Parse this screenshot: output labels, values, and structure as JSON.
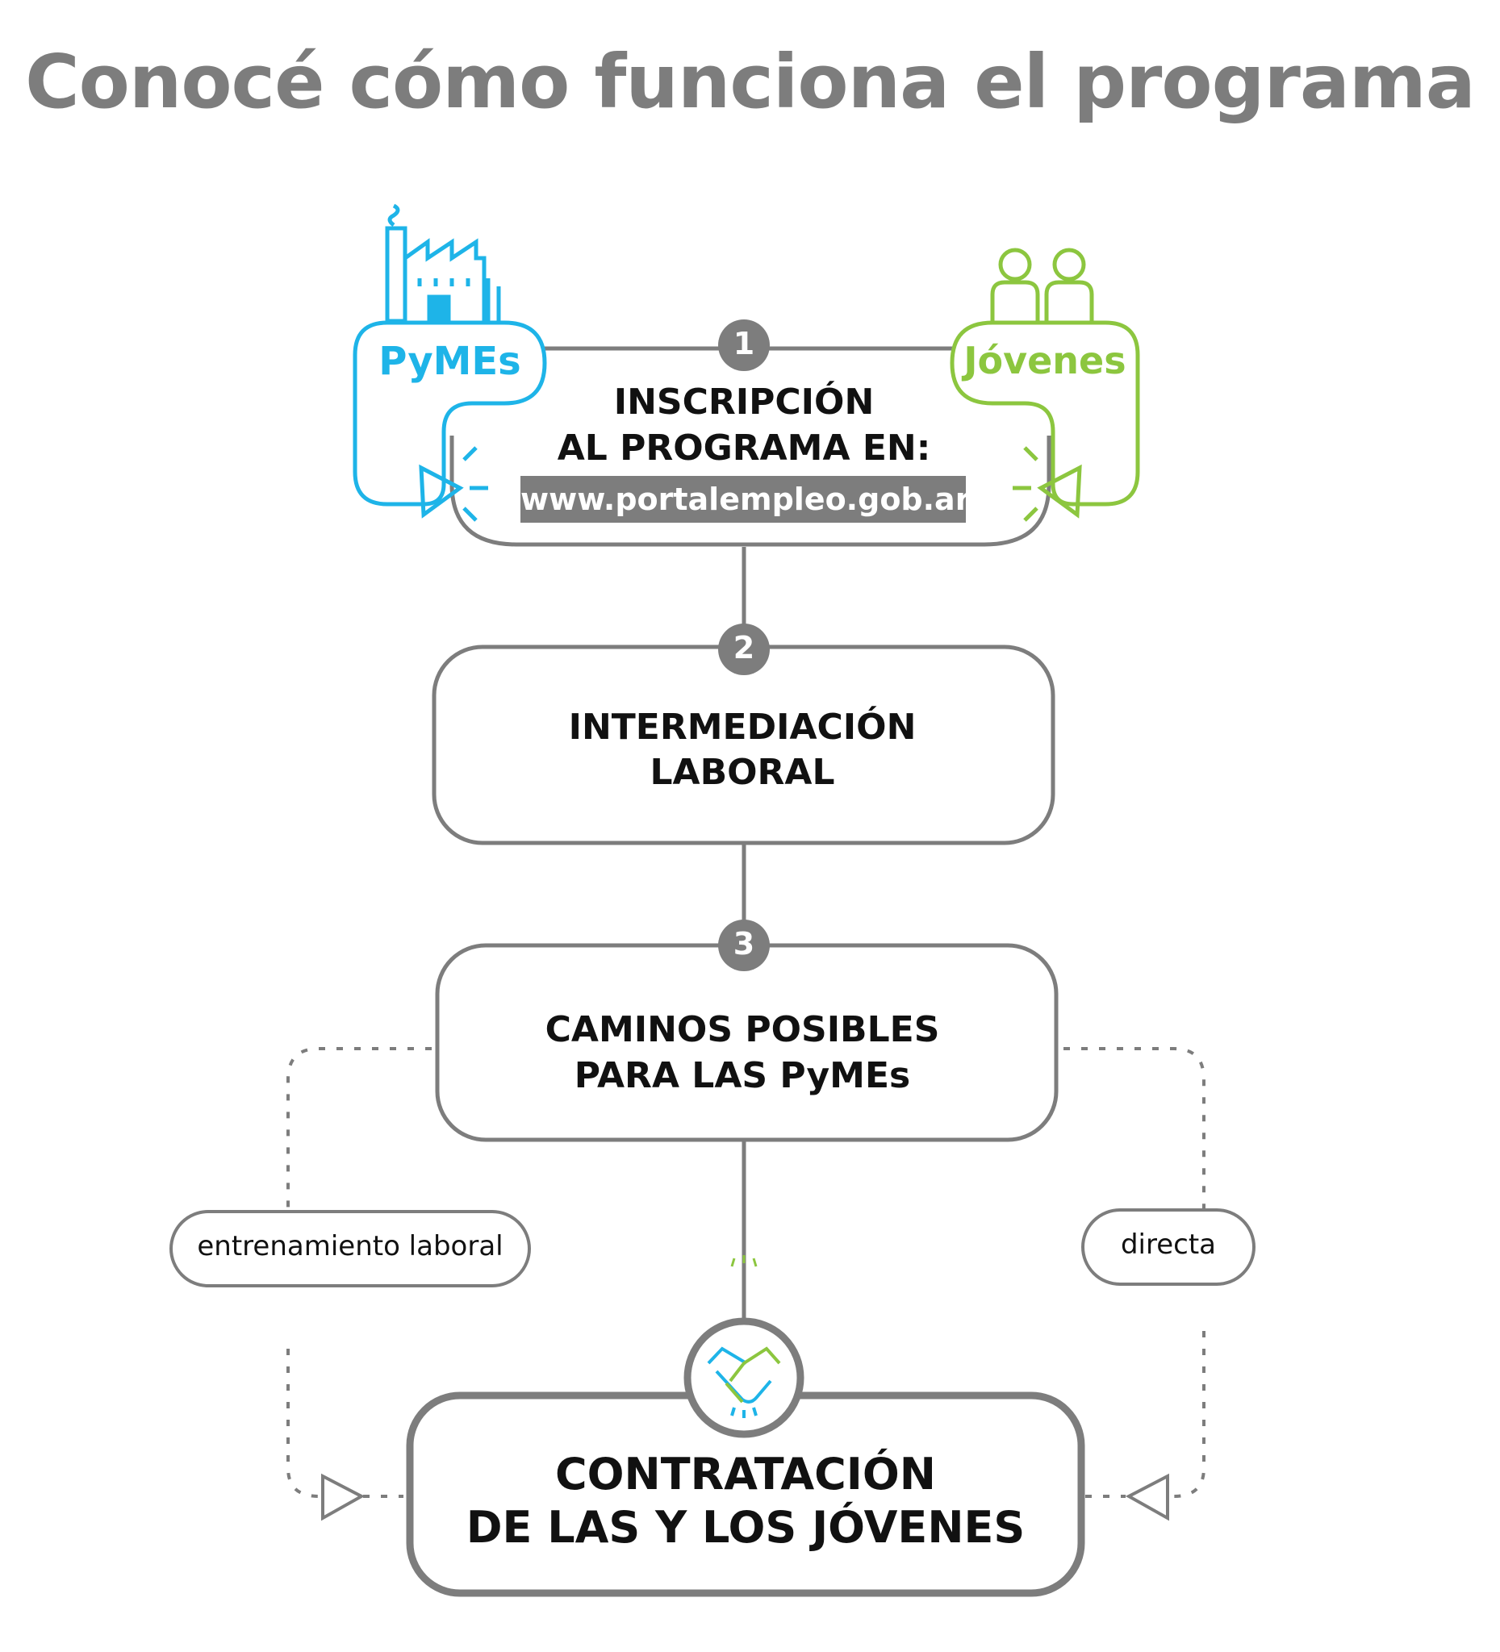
{
  "title": "Conocé cómo funciona el programa",
  "actors": {
    "pymes": "PyMEs",
    "jovenes": "Jóvenes"
  },
  "steps": [
    {
      "number": "1",
      "line1": "INSCRIPCIÓN",
      "line2": "AL PROGRAMA EN:",
      "url": "www.portalempleo.gob.ar"
    },
    {
      "number": "2",
      "line1": "INTERMEDIACIÓN",
      "line2": "LABORAL"
    },
    {
      "number": "3",
      "line1": "CAMINOS POSIBLES",
      "line2": "PARA LAS PyMEs"
    }
  ],
  "paths": {
    "left": "entrenamiento laboral",
    "right": "directa"
  },
  "final": {
    "line1": "CONTRATACIÓN",
    "line2": "DE LAS Y LOS JÓVENES"
  },
  "colors": {
    "gray": "#7d7d7d",
    "blue": "#1eb4e8",
    "green": "#8cc63f",
    "text": "#111111"
  },
  "icons": [
    "factory-icon",
    "people-icon",
    "cursor-arrow-icon",
    "handshake-icon"
  ]
}
